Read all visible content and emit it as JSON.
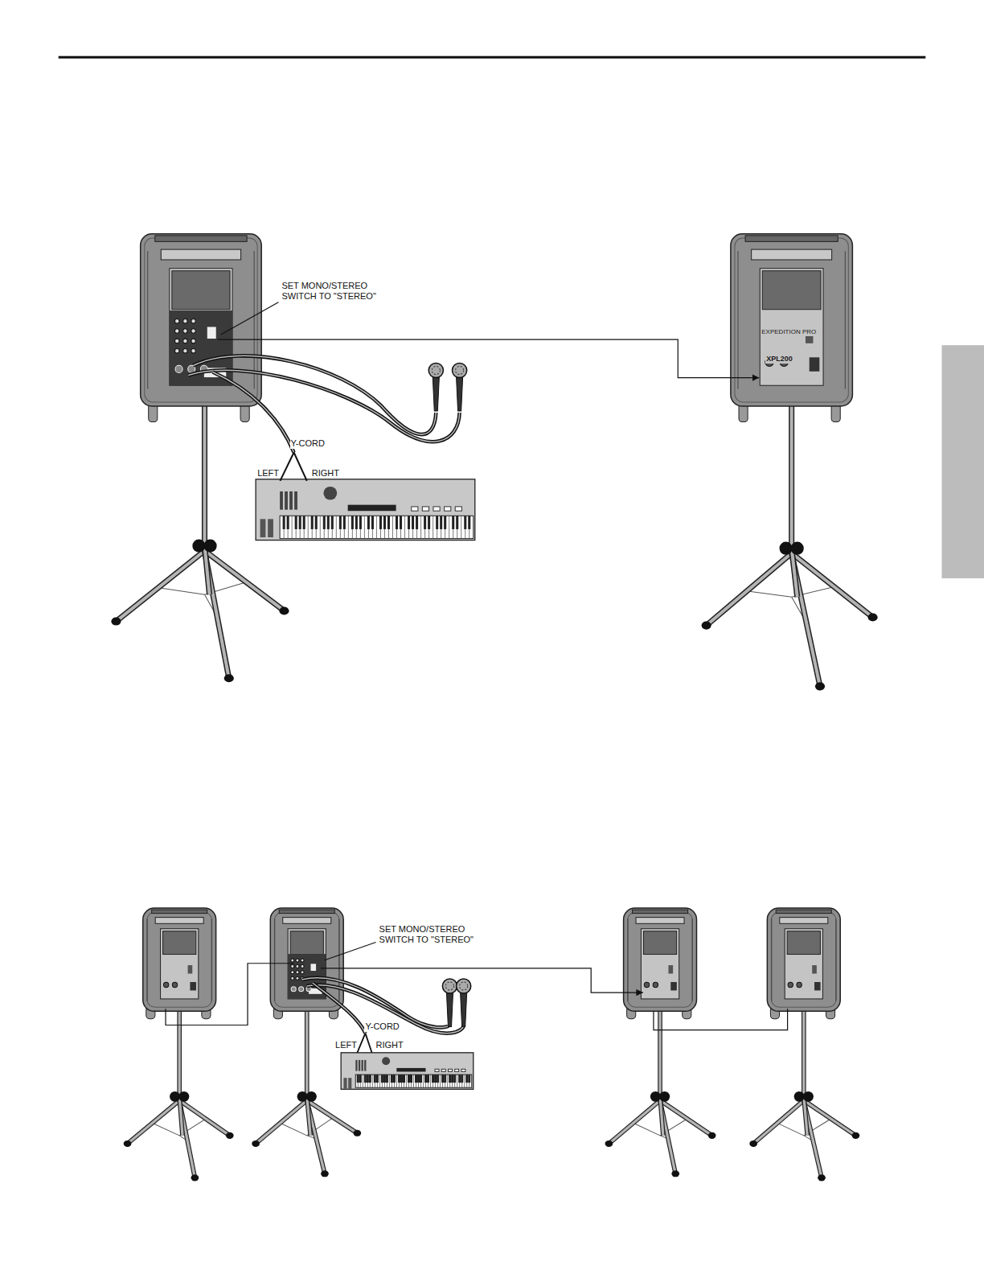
{
  "diagram": {
    "labels": [
      "SET MONO/STEREO SWITCH TO \"STEREO\"",
      "Y-CORD",
      "LEFT",
      "RIGHT",
      "EXPEDITION PRO",
      "XPL200",
      "SET MONO/STEREO SWITCH TO \"STEREO\"",
      "Y-CORD",
      "LEFT",
      "RIGHT"
    ]
  }
}
